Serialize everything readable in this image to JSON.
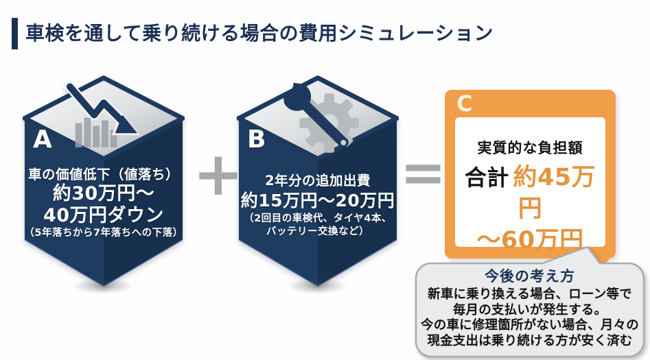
{
  "title": {
    "text": "車検を通して乗り続ける場合の費用シミュレーション"
  },
  "formula": {
    "block_a": {
      "label": "A",
      "heading": "車の価値低下（値落ち）",
      "amount_line1": "約30万円〜",
      "amount_line2": "40万円ダウン",
      "note": "（5年落ちから7年落ちへの下落）",
      "icon": "falling-bar-chart-arrow-icon"
    },
    "operator_plus": "+",
    "block_b": {
      "label": "B",
      "heading": "2年分の追加出費",
      "amount": "約15万円〜20万円",
      "note_line1": "（2回目の車検代、タイヤ4本、",
      "note_line2": "バッテリー交換など）",
      "icon": "wrench-gear-icon"
    },
    "operator_equals": "=",
    "block_c": {
      "label": "C",
      "heading": "実質的な負担額",
      "total_label": "合計",
      "amount_line1": "約45万円",
      "amount_line2": "～60万円"
    }
  },
  "note_bubble": {
    "title": "今後の考え方",
    "lines": [
      "新車に乗り換える場合、ローン等で",
      "毎月の支払いが発生する。",
      "今の車に修理箇所がない場合、月々の",
      "現金支出は乗り続ける方が安く済む"
    ]
  },
  "colors": {
    "navy": "#1b3154",
    "cube_left_face": "#1e3c60",
    "cube_right_face": "#16304e",
    "cube_top_silver_light": "#fafafa",
    "cube_top_silver_dark": "#a9adb0",
    "orange": "#f09e47",
    "orange_text": "#e2953f",
    "operator_gray": "#a6a9ab",
    "bubble_fill": "#e9ebec",
    "bubble_border": "#a8acaf"
  }
}
